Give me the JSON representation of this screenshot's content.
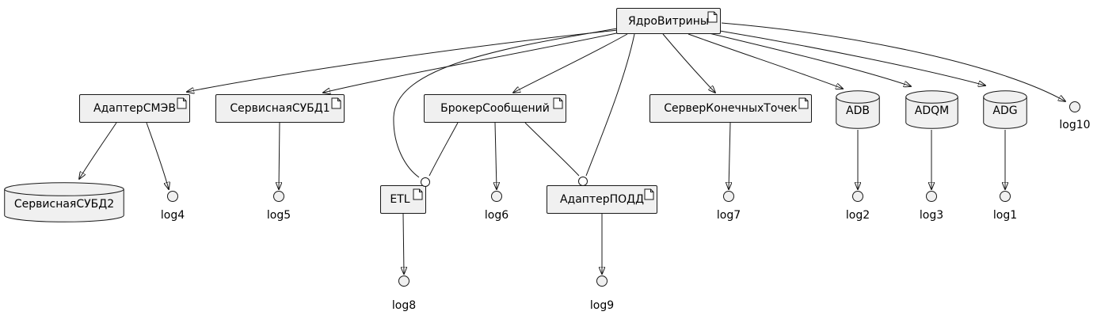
{
  "colors": {
    "node_fill": "#f0f0f0",
    "stroke": "#181818",
    "background": "#ffffff"
  },
  "nodes": {
    "core": {
      "label": "ЯдроВитрины"
    },
    "adapterSmev": {
      "label": "АдаптерСМЭВ"
    },
    "subd1": {
      "label": "СервиснаяСУБД1"
    },
    "broker": {
      "label": "БрокерСообщений"
    },
    "endpointServer": {
      "label": "СерверКонечныхТочек"
    },
    "adb": {
      "label": "ADB"
    },
    "adqm": {
      "label": "ADQM"
    },
    "adg": {
      "label": "ADG"
    },
    "subd2": {
      "label": "СервиснаяСУБД2"
    },
    "etl": {
      "label": "ETL"
    },
    "adapterPodd": {
      "label": "АдаптерПОДД"
    },
    "log1": {
      "label": "log1"
    },
    "log2": {
      "label": "log2"
    },
    "log3": {
      "label": "log3"
    },
    "log4": {
      "label": "log4"
    },
    "log5": {
      "label": "log5"
    },
    "log6": {
      "label": "log6"
    },
    "log7": {
      "label": "log7"
    },
    "log8": {
      "label": "log8"
    },
    "log9": {
      "label": "log9"
    },
    "log10": {
      "label": "log10"
    }
  },
  "edges": [
    {
      "from": "ЯдроВитрины",
      "to": "АдаптерСМЭВ",
      "style": "arrow"
    },
    {
      "from": "ЯдроВитрины",
      "to": "СервиснаяСУБД1",
      "style": "arrow"
    },
    {
      "from": "ЯдроВитрины",
      "to": "БрокерСообщений",
      "style": "arrow"
    },
    {
      "from": "ЯдроВитрины",
      "to": "ETL",
      "style": "socket"
    },
    {
      "from": "ЯдроВитрины",
      "to": "АдаптерПОДД",
      "style": "socket"
    },
    {
      "from": "ЯдроВитрины",
      "to": "СерверКонечныхТочек",
      "style": "arrow"
    },
    {
      "from": "ЯдроВитрины",
      "to": "ADB",
      "style": "arrow"
    },
    {
      "from": "ЯдроВитрины",
      "to": "ADQM",
      "style": "arrow"
    },
    {
      "from": "ЯдроВитрины",
      "to": "ADG",
      "style": "arrow"
    },
    {
      "from": "ЯдроВитрины",
      "to": "log10",
      "style": "arrow"
    },
    {
      "from": "АдаптерСМЭВ",
      "to": "СервиснаяСУБД2",
      "style": "arrow"
    },
    {
      "from": "АдаптерСМЭВ",
      "to": "log4",
      "style": "arrow"
    },
    {
      "from": "СервиснаяСУБД1",
      "to": "log5",
      "style": "arrow"
    },
    {
      "from": "БрокерСообщений",
      "to": "ETL",
      "style": "socket"
    },
    {
      "from": "БрокерСообщений",
      "to": "log6",
      "style": "arrow"
    },
    {
      "from": "БрокерСообщений",
      "to": "АдаптерПОДД",
      "style": "socket"
    },
    {
      "from": "ETL",
      "to": "log8",
      "style": "arrow"
    },
    {
      "from": "АдаптерПОДД",
      "to": "log9",
      "style": "arrow"
    },
    {
      "from": "СерверКонечныхТочек",
      "to": "log7",
      "style": "arrow"
    },
    {
      "from": "ADB",
      "to": "log2",
      "style": "arrow"
    },
    {
      "from": "ADQM",
      "to": "log3",
      "style": "arrow"
    },
    {
      "from": "ADG",
      "to": "log1",
      "style": "arrow"
    }
  ]
}
